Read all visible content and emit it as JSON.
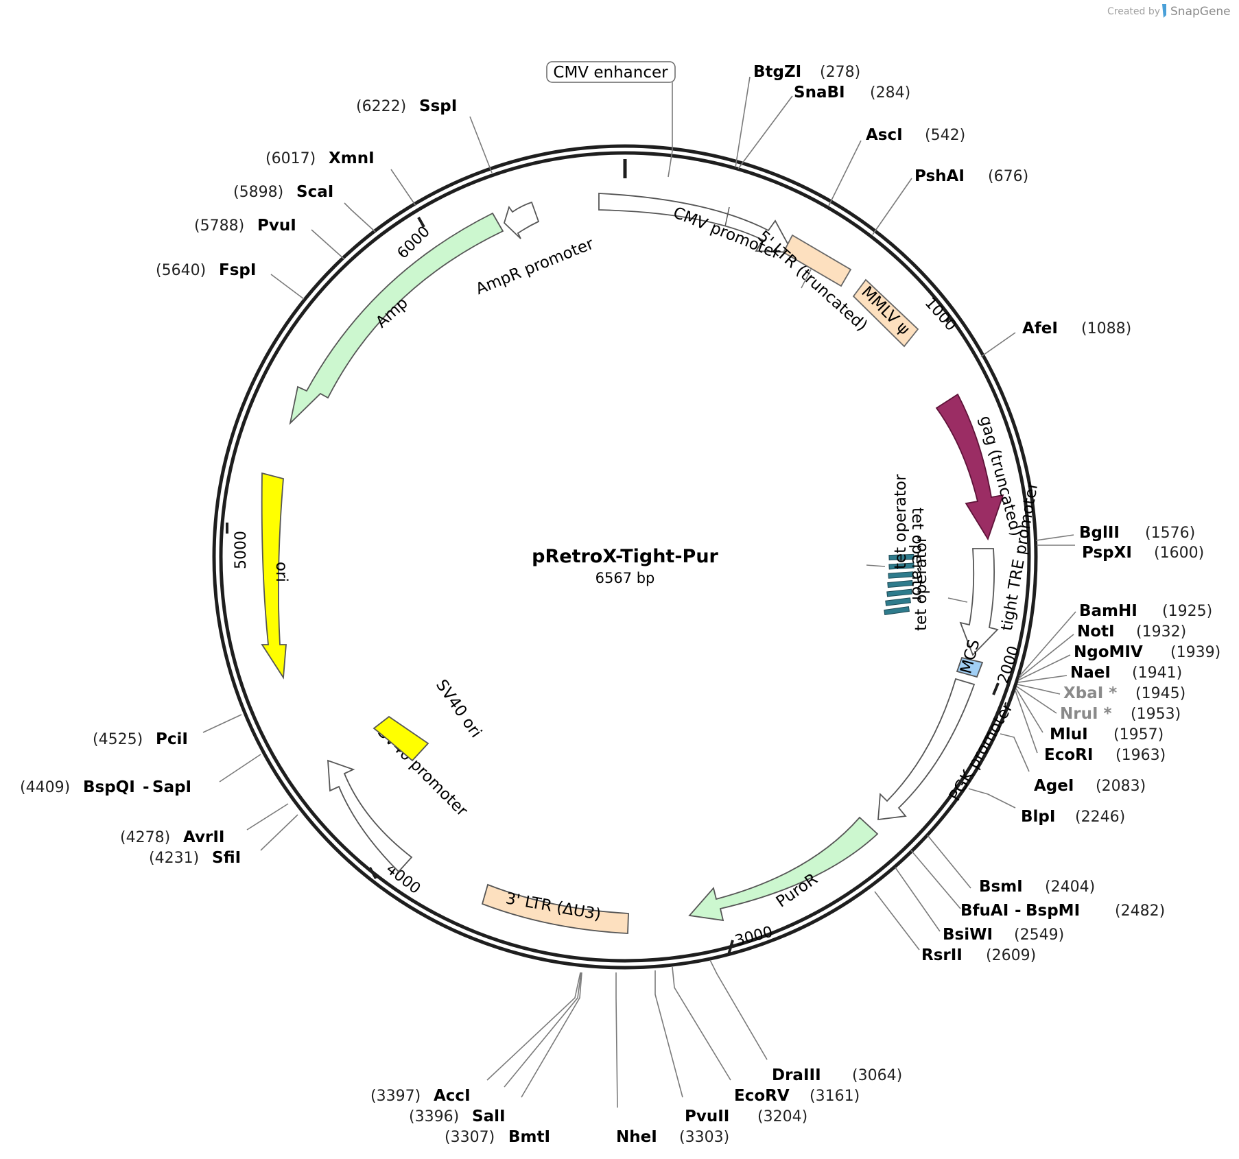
{
  "credit": {
    "created_by": "Created by",
    "brand": "SnapGene"
  },
  "plasmid": {
    "name": "pRetroX-Tight-Pur",
    "length": "6567 bp"
  },
  "ticks": {
    "t1000": "1000",
    "t2000": "2000",
    "t3000": "3000",
    "t4000": "4000",
    "t5000": "5000",
    "t6000": "6000"
  },
  "features": {
    "cmv_enhancer": "CMV enhancer",
    "cmv_promoter": "CMV promoter",
    "ltr5": "5' LTR (truncated)",
    "mmlv_psi": "MMLV ψ",
    "gag": "gag (truncated)",
    "tet_operator_1": "tet operator",
    "tet_operator_2": "tet operator",
    "tet_operator_3": "tet operator",
    "tight_tre": "tight TRE promoter",
    "mcs": "MCS",
    "pgk_promoter": "PGK promoter",
    "puror": "PuroR",
    "ltr3": "3' LTR (ΔU3)",
    "sv40_promoter": "SV40 promoter",
    "sv40_ori": "SV40 ori",
    "ori": "ori",
    "amp": "Amp",
    "ampr_promoter": "AmpR promoter"
  },
  "separators": {
    "dash": "-"
  },
  "enzymes": {
    "btgzi": {
      "name": "BtgZI",
      "pos": "(278)"
    },
    "snabi": {
      "name": "SnaBI",
      "pos": "(284)"
    },
    "asci": {
      "name": "AscI",
      "pos": "(542)"
    },
    "pshai": {
      "name": "PshAI",
      "pos": "(676)"
    },
    "afei": {
      "name": "AfeI",
      "pos": "(1088)"
    },
    "bglii": {
      "name": "BglII",
      "pos": "(1576)"
    },
    "pspxi": {
      "name": "PspXI",
      "pos": "(1600)"
    },
    "bamhi": {
      "name": "BamHI",
      "pos": "(1925)"
    },
    "noti": {
      "name": "NotI",
      "pos": "(1932)"
    },
    "ngomiv": {
      "name": "NgoMIV",
      "pos": "(1939)"
    },
    "naei": {
      "name": "NaeI",
      "pos": "(1941)"
    },
    "xbai": {
      "name": "XbaI *",
      "pos": "(1945)"
    },
    "nrui": {
      "name": "NruI *",
      "pos": "(1953)"
    },
    "mlui": {
      "name": "MluI",
      "pos": "(1957)"
    },
    "ecori": {
      "name": "EcoRI",
      "pos": "(1963)"
    },
    "agei": {
      "name": "AgeI",
      "pos": "(2083)"
    },
    "blpi": {
      "name": "BlpI",
      "pos": "(2246)"
    },
    "bsmi": {
      "name": "BsmI",
      "pos": "(2404)"
    },
    "bfuai": {
      "name": "BfuAI",
      "alt": "BspMI",
      "pos": "(2482)"
    },
    "bsiwi": {
      "name": "BsiWI",
      "pos": "(2549)"
    },
    "rsrii": {
      "name": "RsrII",
      "pos": "(2609)"
    },
    "draiii": {
      "name": "DraIII",
      "pos": "(3064)"
    },
    "ecorv": {
      "name": "EcoRV",
      "pos": "(3161)"
    },
    "pvuii": {
      "name": "PvuII",
      "pos": "(3204)"
    },
    "nhei": {
      "name": "NheI",
      "pos": "(3303)"
    },
    "bmti": {
      "name": "BmtI",
      "pos": "(3307)"
    },
    "sali": {
      "name": "SalI",
      "pos": "(3396)"
    },
    "acci": {
      "name": "AccI",
      "pos": "(3397)"
    },
    "pcii": {
      "name": "PciI",
      "pos": "(4525)"
    },
    "bspqi": {
      "name": "BspQI",
      "alt": "SapI",
      "pos": "(4409)"
    },
    "avrii": {
      "name": "AvrII",
      "pos": "(4278)"
    },
    "sfii": {
      "name": "SfiI",
      "pos": "(4231)"
    },
    "fspi": {
      "name": "FspI",
      "pos": "(5640)"
    },
    "pvui": {
      "name": "PvuI",
      "pos": "(5788)"
    },
    "scai": {
      "name": "ScaI",
      "pos": "(5898)"
    },
    "xmni": {
      "name": "XmnI",
      "pos": "(6017)"
    },
    "sspi": {
      "name": "SspI",
      "pos": "(6222)"
    }
  },
  "colors": {
    "backbone": "#1e1e1e",
    "resistance_gene": "#ccf7cf",
    "origin": "#ffff00",
    "ltr": "#fde0bf",
    "gag": "#9b2d64",
    "tet_operator": "#2e7b8c",
    "mcs": "#a1cff5",
    "noncutter_gray": "#8a8a8a"
  }
}
